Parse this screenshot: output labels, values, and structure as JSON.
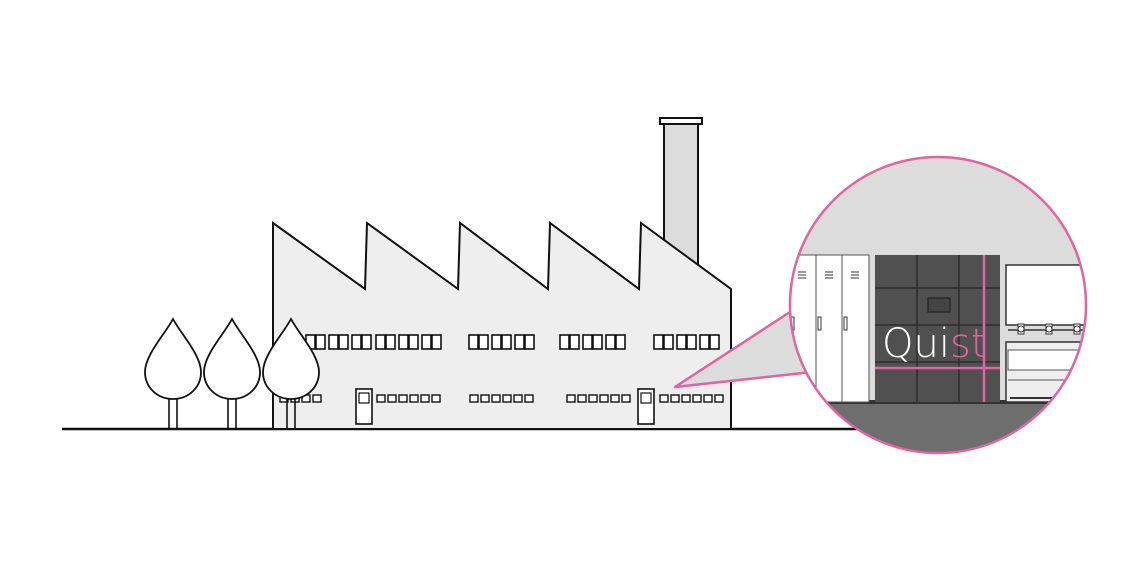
{
  "logo": {
    "part1": "Qui",
    "part2": "st"
  },
  "colors": {
    "accent": "#e0649e",
    "building_fill": "#eeeeee",
    "chimney_fill": "#dcdcdc",
    "outline": "#111111",
    "zoom_backdrop": "#dcdcdc",
    "zoom_floor": "#6e6e6e",
    "storage_unit": "#505050",
    "locker_fill": "#ffffff"
  },
  "icons": {
    "trees": "tree-icon",
    "factory": "factory-illustration",
    "zoom": "magnifier-callout"
  }
}
